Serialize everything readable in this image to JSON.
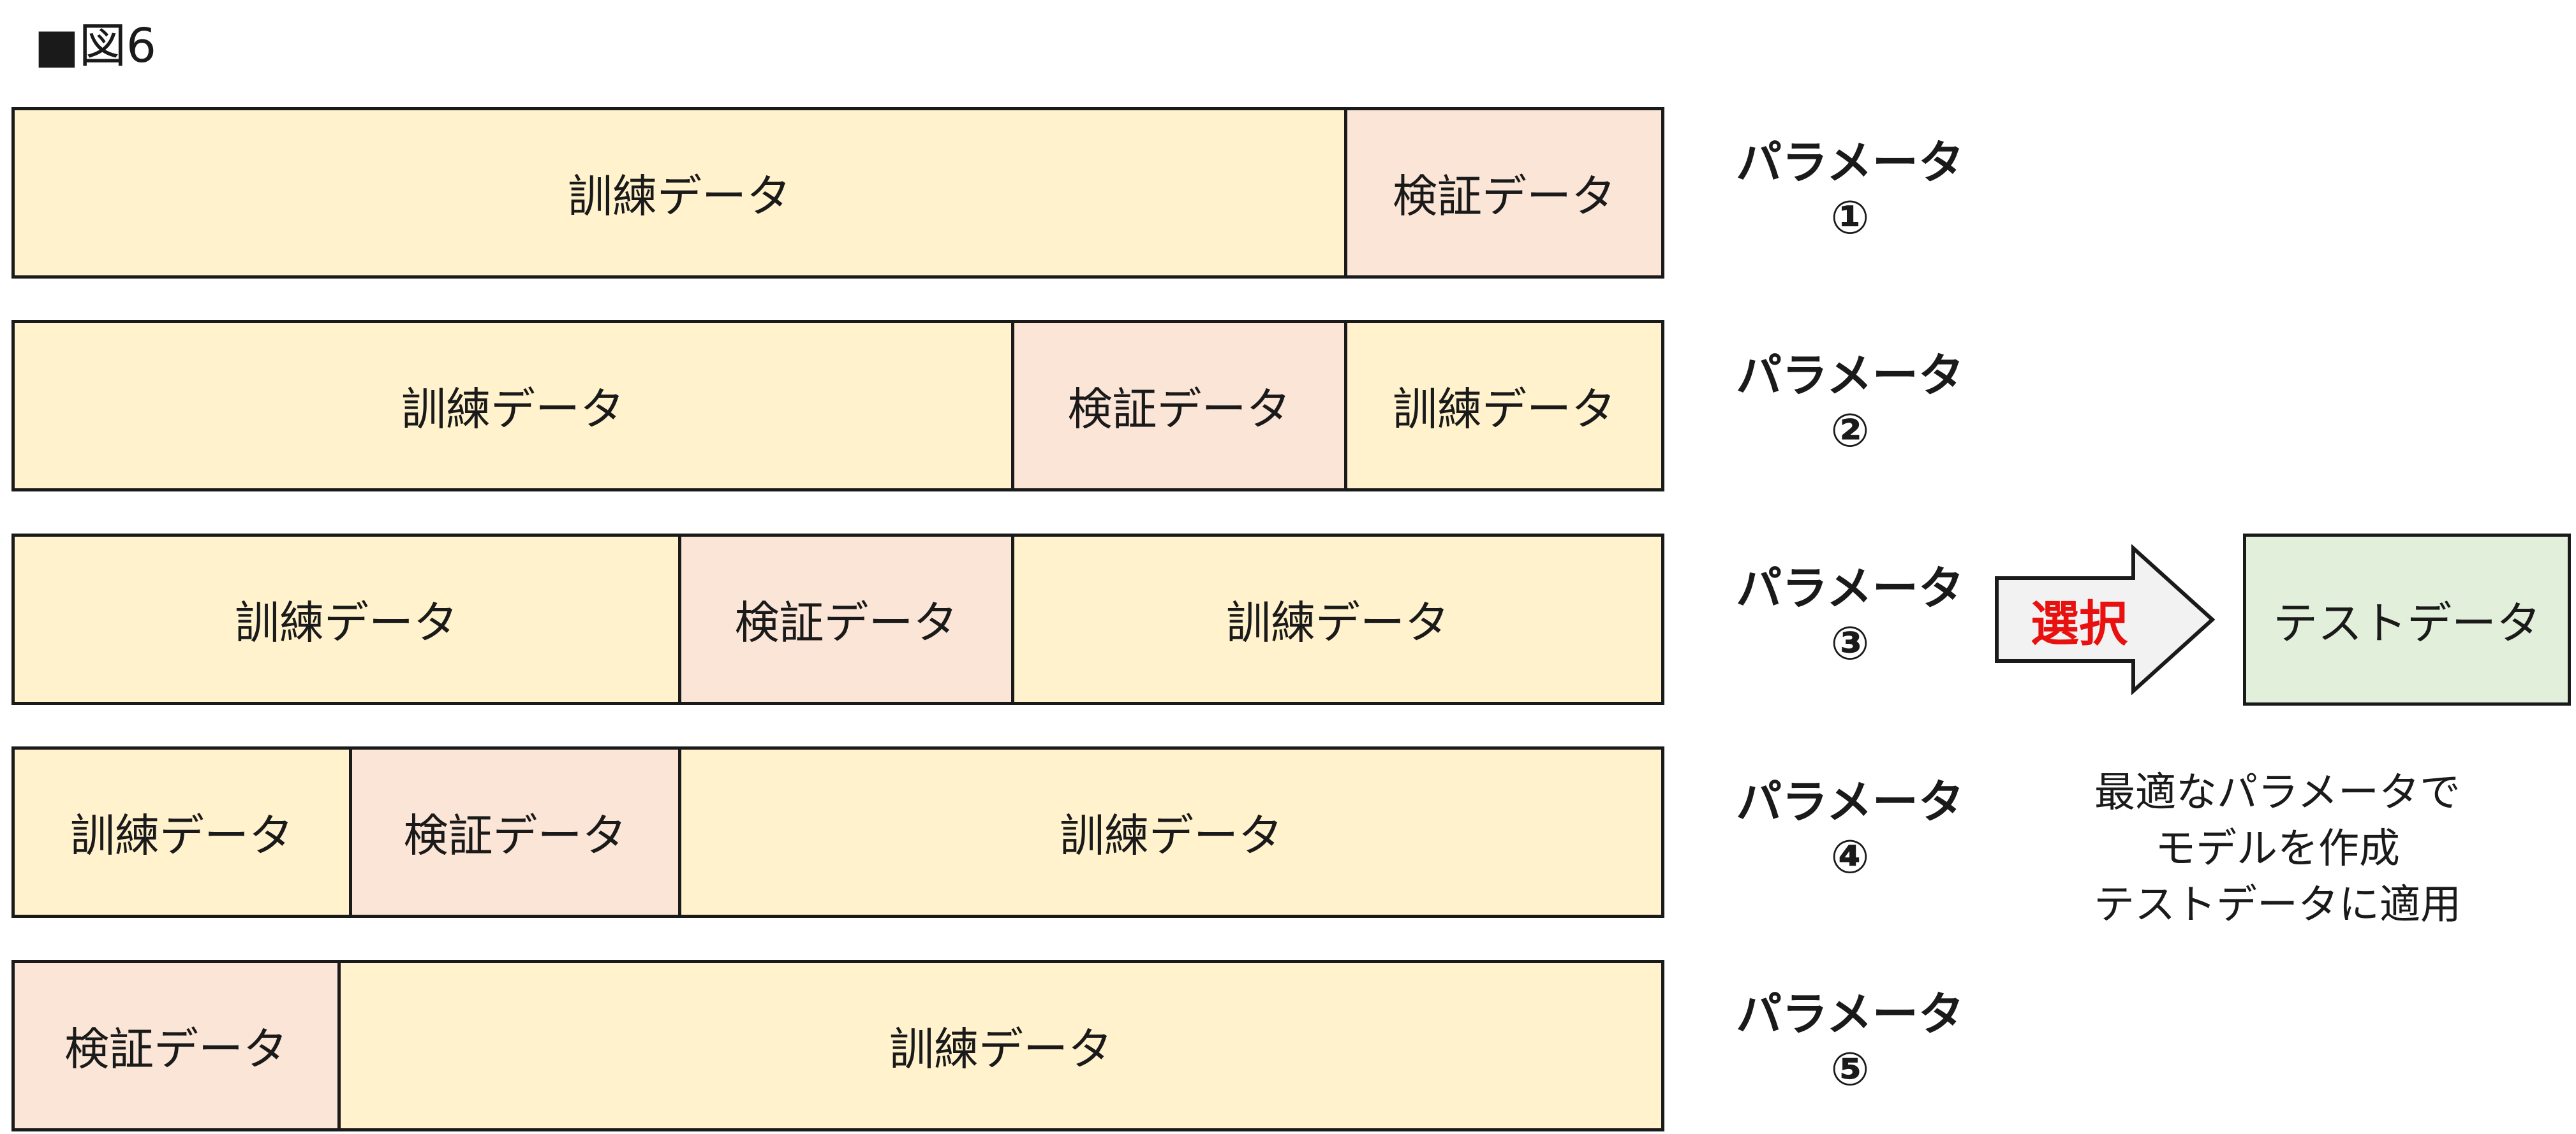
{
  "title": "■図6",
  "rows": [
    {
      "segments": [
        {
          "label": "訓練データ",
          "type": "train"
        },
        {
          "label": "検証データ",
          "type": "valid"
        }
      ],
      "param": {
        "name": "パラメータ",
        "num": "①"
      }
    },
    {
      "segments": [
        {
          "label": "訓練データ",
          "type": "train"
        },
        {
          "label": "検証データ",
          "type": "valid"
        },
        {
          "label": "訓練データ",
          "type": "train"
        }
      ],
      "param": {
        "name": "パラメータ",
        "num": "②"
      }
    },
    {
      "segments": [
        {
          "label": "訓練データ",
          "type": "train"
        },
        {
          "label": "検証データ",
          "type": "valid"
        },
        {
          "label": "訓練データ",
          "type": "train"
        }
      ],
      "param": {
        "name": "パラメータ",
        "num": "③"
      }
    },
    {
      "segments": [
        {
          "label": "訓練データ",
          "type": "train"
        },
        {
          "label": "検証データ",
          "type": "valid"
        },
        {
          "label": "訓練データ",
          "type": "train"
        }
      ],
      "param": {
        "name": "パラメータ",
        "num": "④"
      }
    },
    {
      "segments": [
        {
          "label": "検証データ",
          "type": "valid"
        },
        {
          "label": "訓練データ",
          "type": "train"
        }
      ],
      "param": {
        "name": "パラメータ",
        "num": "⑤"
      }
    }
  ],
  "arrow": {
    "label": "選択",
    "color": "#e8110f"
  },
  "test_box": {
    "label": "テストデータ"
  },
  "description": [
    "最適なパラメータで",
    "モデルを作成",
    "テストデータに適用"
  ],
  "colors": {
    "train": "#fff2cc",
    "valid": "#fbe5d6",
    "test": "#e2efda",
    "arrow_fill": "#f2f2f2"
  }
}
